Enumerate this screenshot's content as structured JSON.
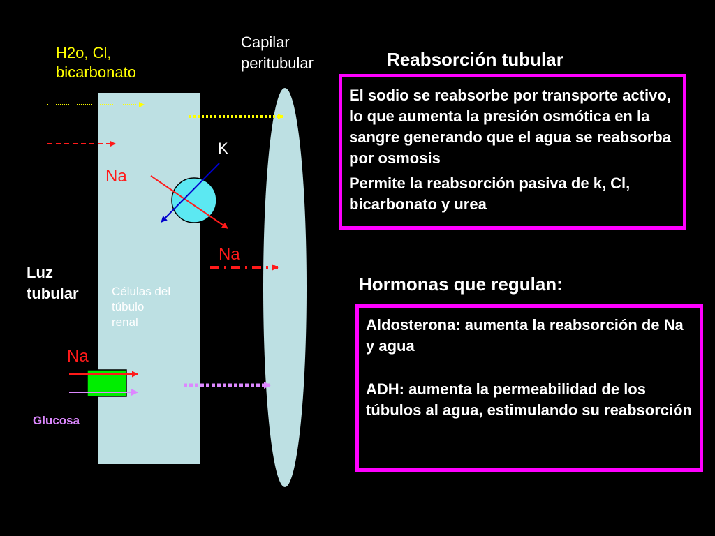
{
  "diagram": {
    "ions_label": "H2o, Cl,\nbicarbonato",
    "capillary_label": "Capilar\nperitubular",
    "k_label": "K",
    "na_top_label": "Na",
    "na_middle_label": "Na",
    "lumen_label": "Luz\ntubular",
    "cells_label": "Células del\ntúbulo\nrenal",
    "na_bottom_label": "Na",
    "glucose_label": "Glucosa"
  },
  "reabsorption": {
    "title": "Reabsorción tubular",
    "paragraph1": "El sodio se reabsorbe por transporte activo, lo que aumenta la presión osmótica en la sangre generando que el agua se reabsorba por osmosis",
    "paragraph2": "Permite la reabsorción pasiva de k, Cl, bicarbonato y urea"
  },
  "hormones": {
    "title": "Hormonas que regulan:",
    "aldosterone": "Aldosterona: aumenta la reabsorción de Na y agua",
    "adh": "ADH: aumenta la permeabilidad de los túbulos al agua, estimulando su reabsorción"
  },
  "colors": {
    "background": "#000000",
    "cell_column": "#bde0e3",
    "capillary": "#bde0e3",
    "pump": "#5ce8f2",
    "glucose_channel": "#00ee00",
    "sodium": "#ff1a1a",
    "potassium": "#0000cc",
    "water_ions": "#ffff00",
    "glucose": "#dd88ff",
    "box_border": "#ff00ff"
  }
}
